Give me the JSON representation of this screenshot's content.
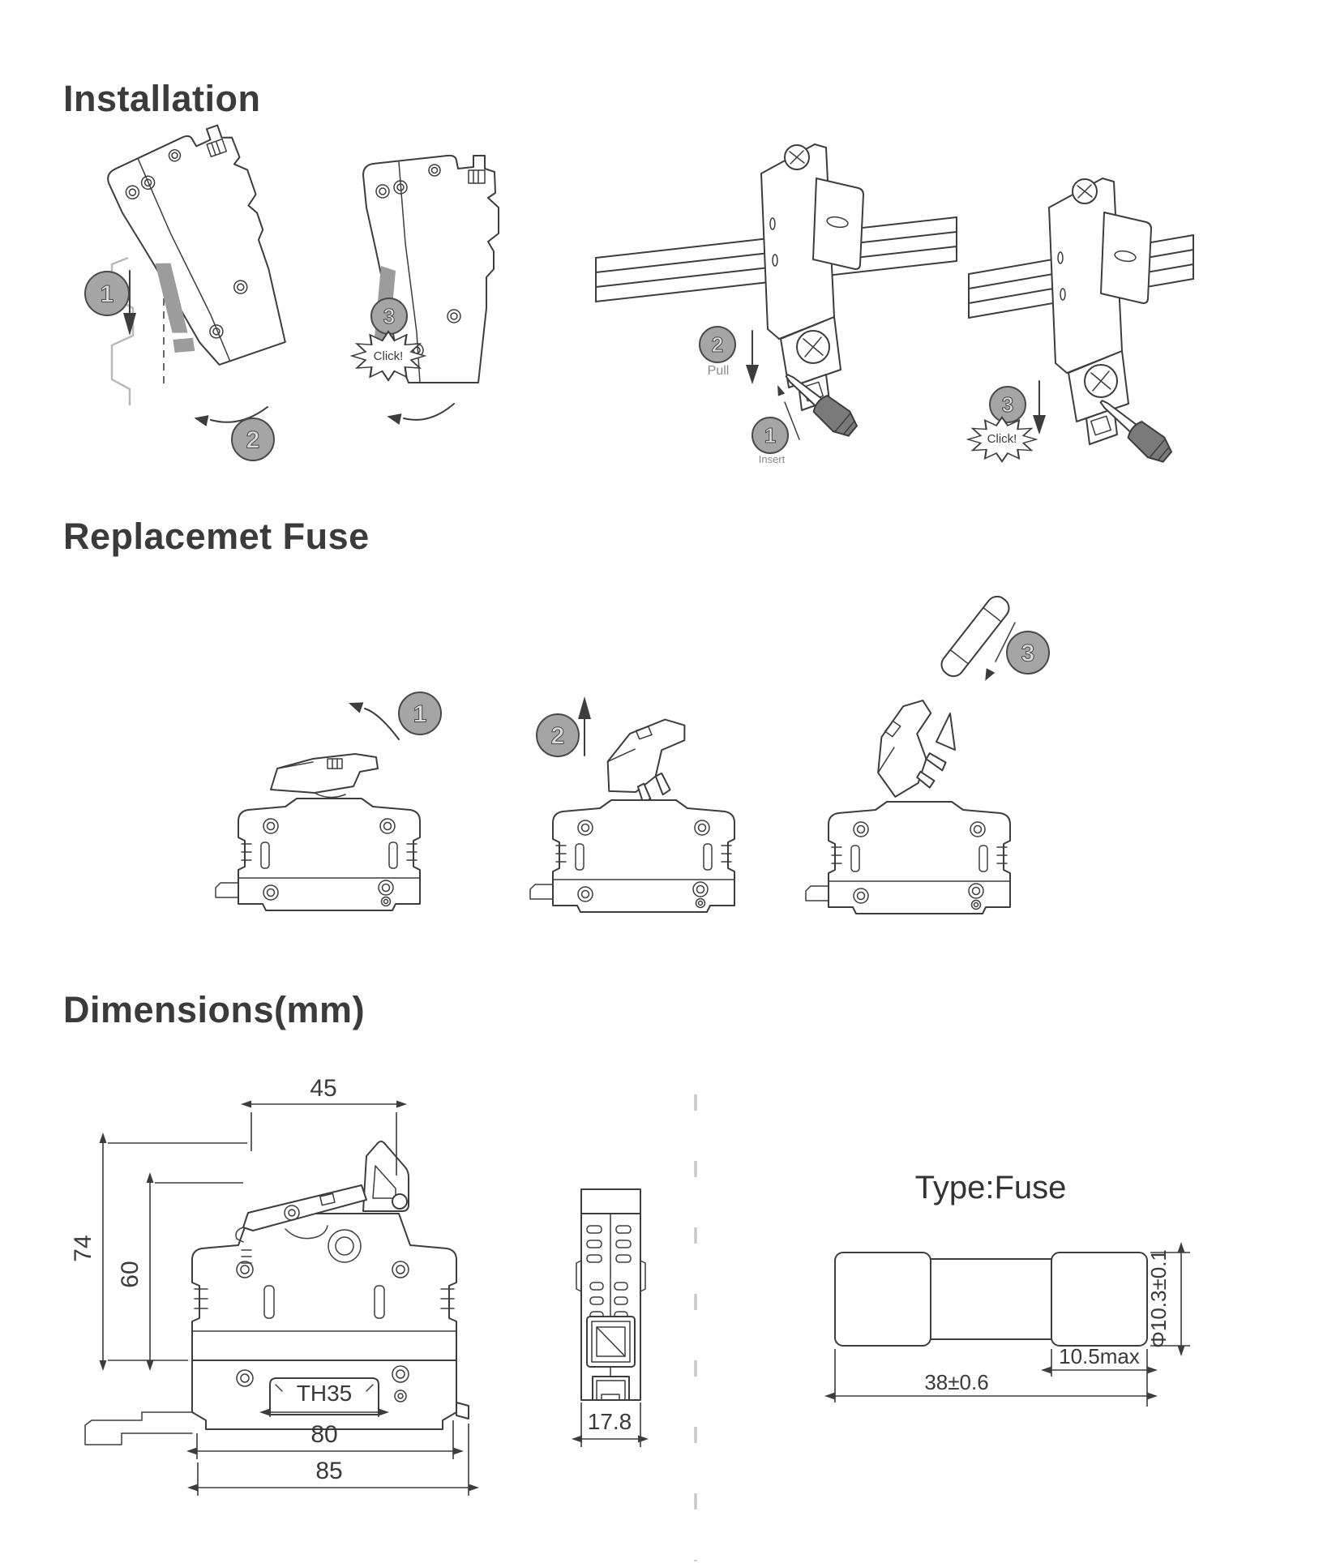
{
  "titles": {
    "installation": "Installation",
    "replacement": "Replacemet Fuse",
    "dimensions": "Dimensions(mm)"
  },
  "steps": {
    "one": "1",
    "two": "2",
    "three": "3"
  },
  "labels": {
    "click": "Click!",
    "pull": "Pull",
    "insert": "Insert"
  },
  "dims": {
    "front": {
      "top_width": "45",
      "outer_height": "74",
      "inner_height": "60",
      "rail_standard": "TH35",
      "mid_width": "80",
      "bottom_width": "85"
    },
    "side": {
      "depth": "17.8"
    },
    "fuse": {
      "title": "Type:Fuse",
      "diameter": "Φ10.3±0.1",
      "cap_length": "10.5max",
      "total_length": "38±0.6"
    }
  },
  "colors": {
    "line": "#3d3d3d",
    "step_circle": "#a5a5a5",
    "pad_gray": "#9c9c9c",
    "ghost_gray": "#b9b9b9",
    "divider_gray": "#c9c9c9"
  }
}
